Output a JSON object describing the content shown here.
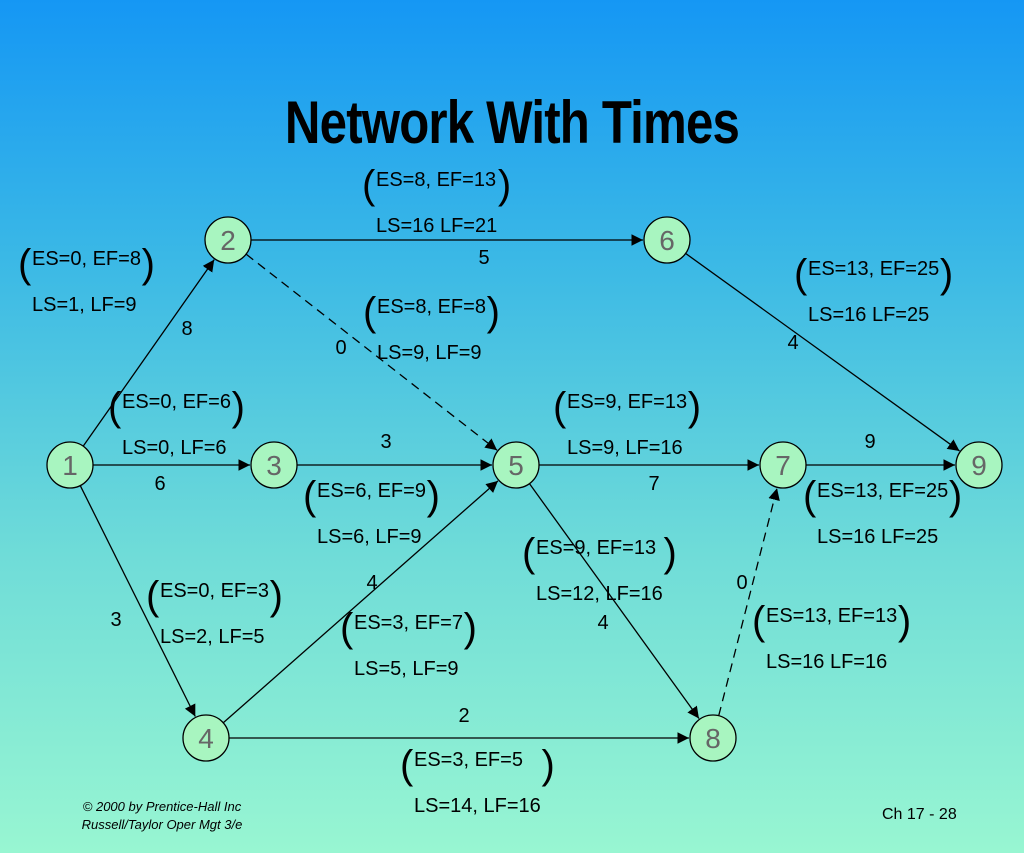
{
  "title": "Network With Times",
  "nodes": [
    {
      "id": "1",
      "label": "1"
    },
    {
      "id": "2",
      "label": "2"
    },
    {
      "id": "3",
      "label": "3"
    },
    {
      "id": "4",
      "label": "4"
    },
    {
      "id": "5",
      "label": "5"
    },
    {
      "id": "6",
      "label": "6"
    },
    {
      "id": "7",
      "label": "7"
    },
    {
      "id": "8",
      "label": "8"
    },
    {
      "id": "9",
      "label": "9"
    }
  ],
  "activities": [
    {
      "id": "1-2",
      "duration": "8",
      "es_ef": "ES=0, EF=8",
      "ls_lf": "LS=1, LF=9"
    },
    {
      "id": "1-3",
      "duration": "6",
      "es_ef": "ES=0, EF=6",
      "ls_lf": "LS=0, LF=6"
    },
    {
      "id": "1-4",
      "duration": "3",
      "es_ef": "ES=0, EF=3",
      "ls_lf": "LS=2, LF=5"
    },
    {
      "id": "2-5",
      "duration": "0",
      "dummy": true,
      "es_ef": "ES=8, EF=8",
      "ls_lf": "LS=9, LF=9"
    },
    {
      "id": "2-6",
      "duration": "5",
      "es_ef": "ES=8, EF=13",
      "ls_lf": "LS=16 LF=21"
    },
    {
      "id": "3-5",
      "duration": "3",
      "es_ef": "ES=6, EF=9",
      "ls_lf": "LS=6, LF=9"
    },
    {
      "id": "4-5",
      "duration": "4",
      "es_ef": "ES=3, EF=7",
      "ls_lf": "LS=5, LF=9"
    },
    {
      "id": "4-8",
      "duration": "2",
      "es_ef": "ES=3, EF=5",
      "ls_lf": "LS=14, LF=16"
    },
    {
      "id": "5-7",
      "duration": "7",
      "es_ef": "ES=9, EF=13",
      "ls_lf": "LS=9, LF=16"
    },
    {
      "id": "5-8",
      "duration": "4",
      "es_ef": "ES=9, EF=13",
      "ls_lf": "LS=12, LF=16"
    },
    {
      "id": "6-9",
      "duration": "4",
      "es_ef": "ES=13, EF=25",
      "ls_lf": "LS=16 LF=25"
    },
    {
      "id": "7-9",
      "duration": "9",
      "es_ef": "ES=13, EF=25",
      "ls_lf": "LS=16 LF=25"
    },
    {
      "id": "8-7",
      "duration": "0",
      "dummy": true,
      "es_ef": "ES=13, EF=13",
      "ls_lf": "LS=16 LF=16"
    }
  ],
  "footer": {
    "copyright": "© 2000 by Prentice-Hall Inc",
    "book": "Russell/Taylor  Oper Mgt 3/e",
    "page": "Ch 17 - 28"
  },
  "colors": {
    "background_top": "#1597f4",
    "background_bottom": "#98f6d2",
    "node_fill": "#a8f5c0",
    "node_text": "#666666"
  }
}
